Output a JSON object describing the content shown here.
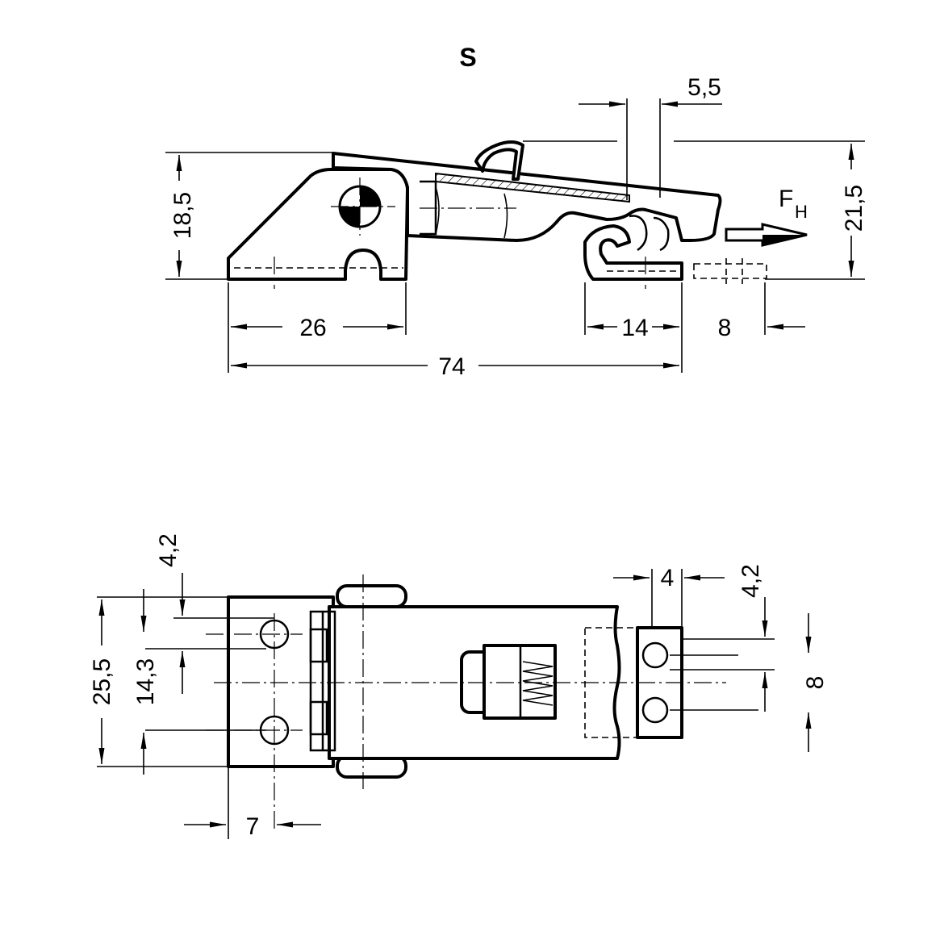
{
  "view_label": "S",
  "force_label": {
    "main": "F",
    "sub": "H"
  },
  "side_view": {
    "height_left": "18,5",
    "height_right": "21,5",
    "gap_top": "5,5",
    "base_length": "26",
    "catch_length": "14",
    "catch_offset": "8",
    "overall_length": "74"
  },
  "top_view": {
    "hole_edge_offset": "4,2",
    "width_overall": "25,5",
    "hole_spacing": "14,3",
    "hole_x_offset": "7",
    "catch_width": "4",
    "catch_hole_offset": "4,2",
    "catch_hole_spacing": "8"
  }
}
